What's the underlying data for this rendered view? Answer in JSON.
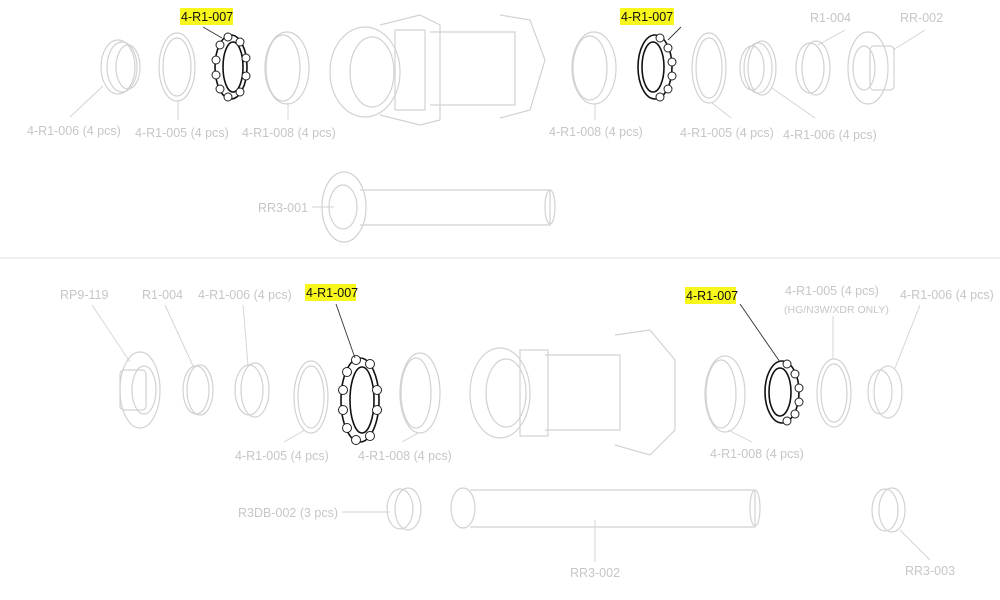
{
  "highlight_color": "#f7f71c",
  "top_diagram": {
    "highlighted_left": "4-R1-007",
    "highlighted_right": "4-R1-007",
    "labels": {
      "l_006": "4-R1-006 (4 pcs)",
      "l_005": "4-R1-005 (4 pcs)",
      "l_008": "4-R1-008 (4 pcs)",
      "axle": "RR3-001",
      "r_008": "4-R1-008 (4 pcs)",
      "r_005": "4-R1-005 (4 pcs)",
      "r_006": "4-R1-006 (4 pcs)",
      "r_004": "R1-004",
      "r_002": "RR-002"
    }
  },
  "bottom_diagram": {
    "highlighted_left": "4-R1-007",
    "highlighted_right": "4-R1-007",
    "labels": {
      "rp9": "RP9-119",
      "r1_004": "R1-004",
      "l_006": "4-R1-006 (4 pcs)",
      "l_005": "4-R1-005 (4 pcs)",
      "l_008": "4-R1-008 (4 pcs)",
      "r_008": "4-R1-008 (4 pcs)",
      "r_005": "4-R1-005 (4 pcs)",
      "r_005_note": "(HG/N3W/XDR ONLY)",
      "r_006": "4-R1-006 (4 pcs)",
      "r3db": "R3DB-002 (3 pcs)",
      "axle": "RR3-002",
      "rr3_003": "RR3-003"
    }
  }
}
